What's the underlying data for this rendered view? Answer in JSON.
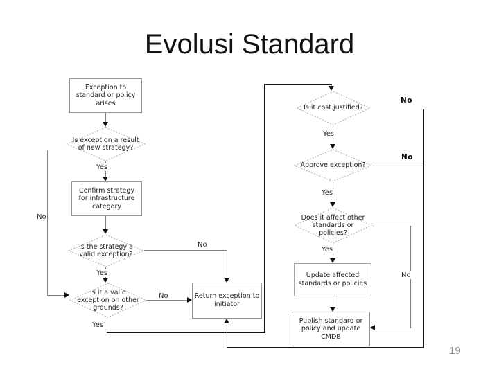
{
  "slide": {
    "title": "Evolusi Standard",
    "page_number": "19"
  },
  "flowchart": {
    "nodes": {
      "exception_arises": "Exception to standard or policy arises",
      "new_strategy": "Is exception a result of new strategy?",
      "confirm_strategy": "Confirm strategy for infrastructure category",
      "valid_exception": "Is the strategy a valid exception?",
      "other_grounds": "Is it a valid exception on other grounds?",
      "return_exception": "Return exception to initiator",
      "cost_justified": "Is it cost justified?",
      "approve_exception": "Approve exception?",
      "affects_others": "Does it affect other standards or policies?",
      "update_standards": "Update affected standards or policies",
      "publish_standard": "Publish standard or policy and update CMDB"
    },
    "labels": {
      "new_strategy_yes": "Yes",
      "new_strategy_no": "No",
      "valid_exception_yes": "Yes",
      "valid_exception_no": "No",
      "other_grounds_yes": "Yes",
      "other_grounds_no": "No",
      "cost_justified_no": "No",
      "cost_justified_yes": "Yes",
      "approve_no": "No",
      "approve_yes": "Yes",
      "affects_yes": "Yes",
      "affects_no": "No"
    },
    "colors": {
      "line_gray": "#7f7f7f",
      "line_black": "#151515",
      "box_border": "#949494",
      "diamond_border": "#a8a8a8",
      "text": "#1f1f1f",
      "page_number": "#8c8c8c"
    }
  }
}
